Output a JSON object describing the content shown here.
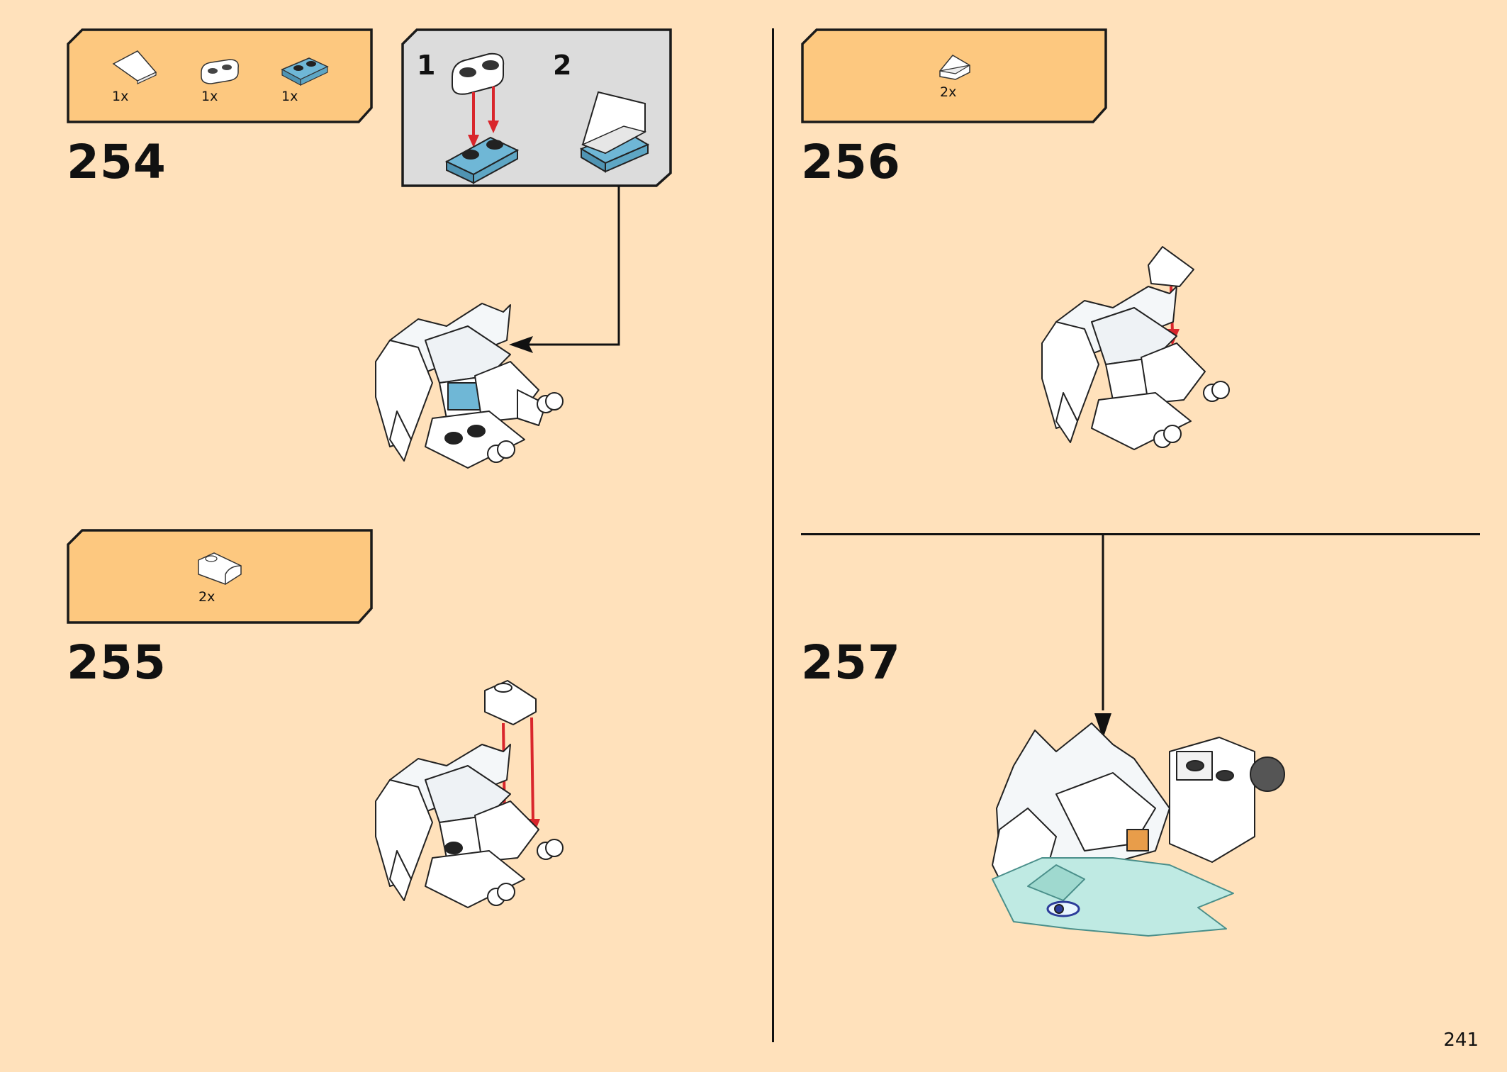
{
  "steps": [
    {
      "number": "254",
      "parts": [
        {
          "qty": "1x",
          "icon": "wedge-slope-white"
        },
        {
          "qty": "1x",
          "icon": "plate-1x2-rounded-white"
        },
        {
          "qty": "1x",
          "icon": "plate-1x2-blue"
        }
      ]
    },
    {
      "number": "255",
      "parts": [
        {
          "qty": "2x",
          "icon": "curved-slope-white"
        }
      ]
    },
    {
      "number": "256",
      "parts": [
        {
          "qty": "2x",
          "icon": "small-slope-white"
        }
      ]
    },
    {
      "number": "257"
    }
  ],
  "substeps": [
    "1",
    "2"
  ],
  "page_number": "241",
  "colors": {
    "background": "#ffe1bb",
    "parts_box": "#fdc87f",
    "callout": "#dcdcdc",
    "arrow_red": "#d9262c",
    "brick_blue": "#6fb7d6"
  }
}
